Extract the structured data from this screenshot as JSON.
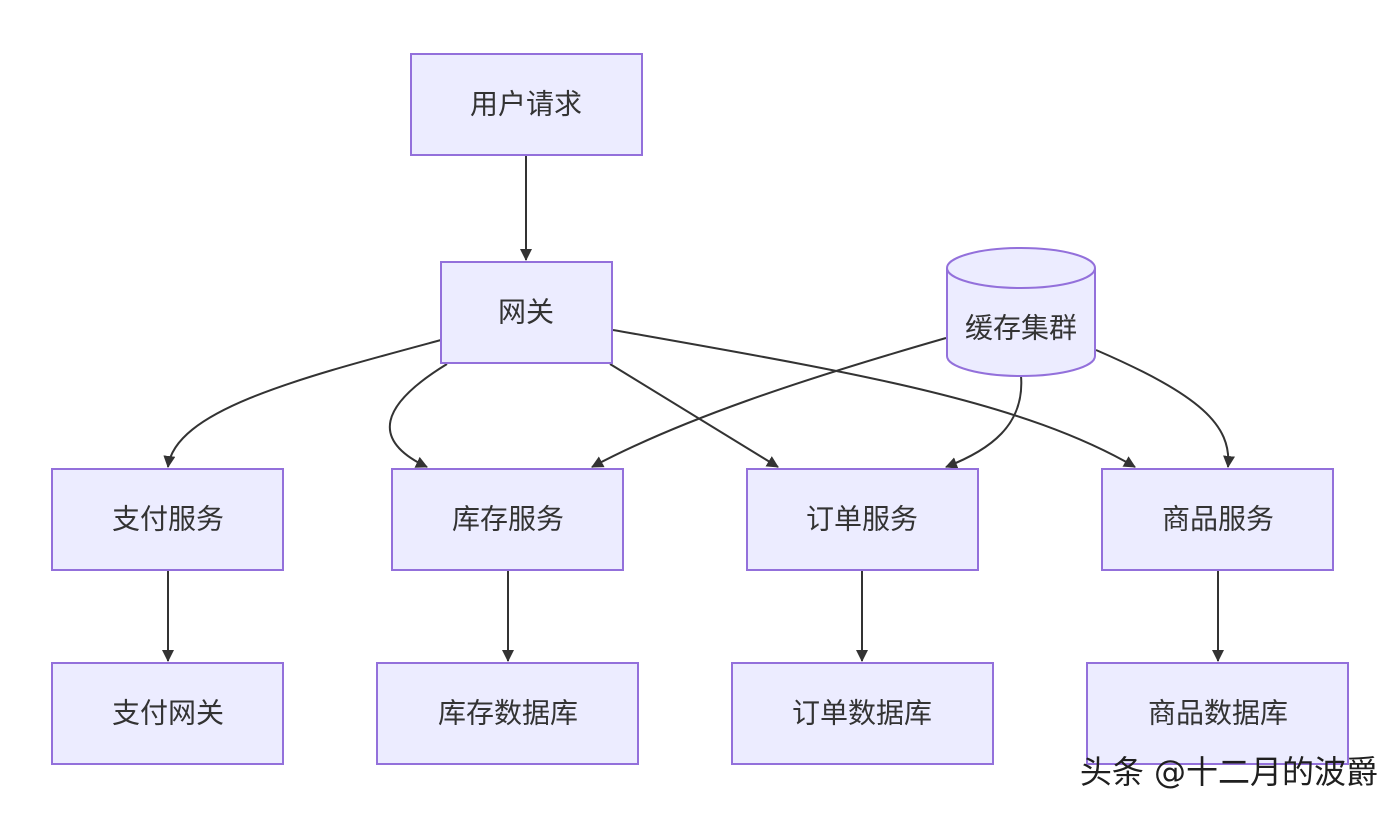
{
  "diagram": {
    "nodes": {
      "user_request": "用户请求",
      "gateway": "网关",
      "cache_cluster": "缓存集群",
      "payment_service": "支付服务",
      "inventory_service": "库存服务",
      "order_service": "订单服务",
      "product_service": "商品服务",
      "payment_gateway": "支付网关",
      "inventory_db": "库存数据库",
      "order_db": "订单数据库",
      "product_db": "商品数据库"
    },
    "edges": [
      {
        "from": "user_request",
        "to": "gateway"
      },
      {
        "from": "gateway",
        "to": "payment_service"
      },
      {
        "from": "gateway",
        "to": "inventory_service"
      },
      {
        "from": "gateway",
        "to": "order_service"
      },
      {
        "from": "gateway",
        "to": "product_service"
      },
      {
        "from": "cache_cluster",
        "to": "inventory_service"
      },
      {
        "from": "cache_cluster",
        "to": "order_service"
      },
      {
        "from": "cache_cluster",
        "to": "product_service"
      },
      {
        "from": "payment_service",
        "to": "payment_gateway"
      },
      {
        "from": "inventory_service",
        "to": "inventory_db"
      },
      {
        "from": "order_service",
        "to": "order_db"
      },
      {
        "from": "product_service",
        "to": "product_db"
      }
    ],
    "colors": {
      "node_fill": "#ececff",
      "node_stroke": "#9370db",
      "edge": "#333333",
      "text": "#333333"
    }
  },
  "watermark": "头条 @十二月的波爵"
}
